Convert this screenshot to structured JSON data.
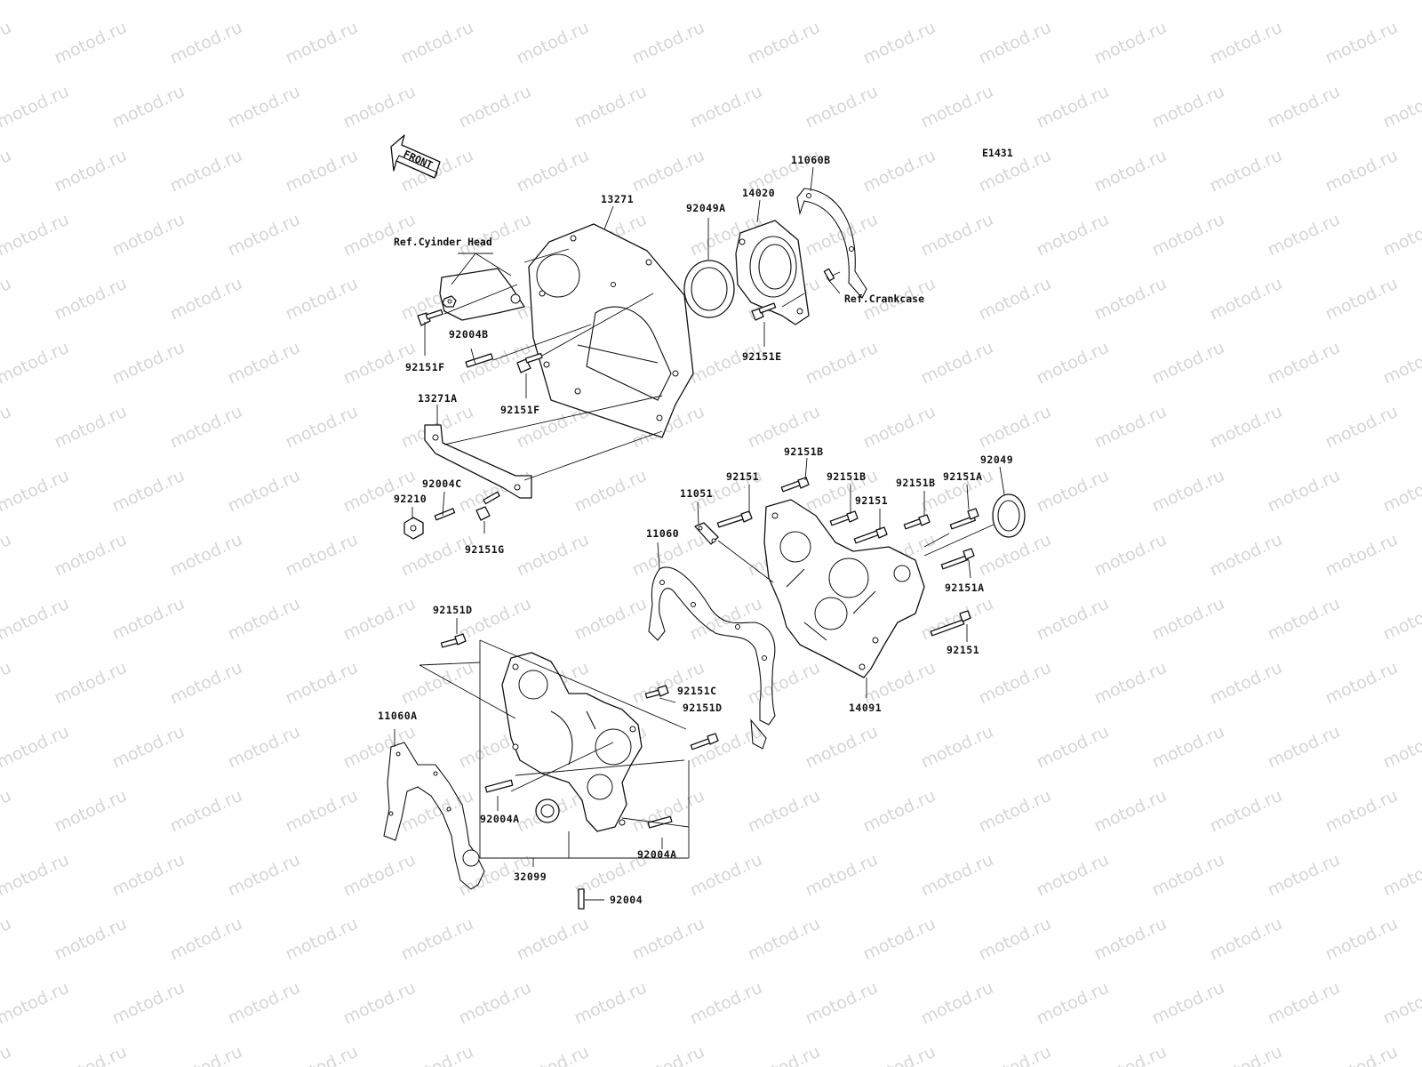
{
  "diagram": {
    "code": "E1431",
    "front_label": "FRONT",
    "watermark": "motod.ru",
    "refs": {
      "cylinder_head": "Ref.Cyinder Head",
      "crankcase": "Ref.Crankcase"
    },
    "parts": {
      "p13271": "13271",
      "p13271A": "13271A",
      "p14020": "14020",
      "p11060B": "11060B",
      "p92049A": "92049A",
      "p92151E": "92151E",
      "p92004B": "92004B",
      "p92151F_top": "92151F",
      "p92151F_mid": "92151F",
      "p92004C": "92004C",
      "p92210": "92210",
      "p92151G": "92151G",
      "p92151B_top": "92151B",
      "p92151_a": "92151",
      "p92151B_mid": "92151B",
      "p92151_b": "92151",
      "p92151B_right": "92151B",
      "p92151A_top": "92151A",
      "p92049": "92049",
      "p11051": "11051",
      "p11060": "11060",
      "p92151A_low": "92151A",
      "p92151_low": "92151",
      "p14091": "14091",
      "p92151D_top": "92151D",
      "p92151C": "92151C",
      "p92151D_mid": "92151D",
      "p11060A": "11060A",
      "p92004A_left": "92004A",
      "p92004A_right": "92004A",
      "p32099": "32099",
      "p92004": "92004"
    }
  }
}
